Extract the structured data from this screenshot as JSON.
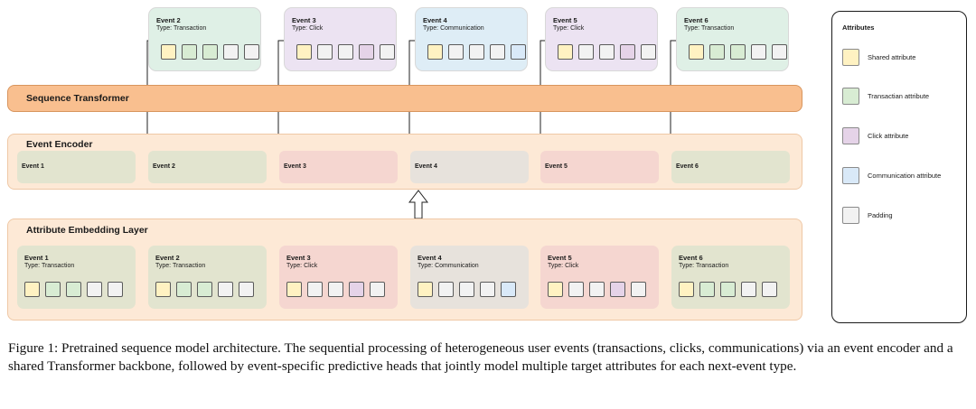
{
  "colors": {
    "shared": "#fff2c2",
    "transaction": "#d8ecd3",
    "click": "#e5d3e8",
    "communication": "#d9e9f8",
    "padding": "#f2f2f2",
    "card_transaction": "#dff0e6",
    "card_click": "#ece3f2",
    "card_communication": "#deedf6",
    "enc_transaction": "#e2e4cf",
    "enc_click": "#f5d6d0",
    "enc_communication": "#e7e2dc"
  },
  "output_events": [
    {
      "title": "Event 2",
      "type": "Type: Transaction",
      "kind": "transaction",
      "squares": [
        "shared",
        "transaction",
        "transaction",
        "padding",
        "padding"
      ]
    },
    {
      "title": "Event 3",
      "type": "Type: Click",
      "kind": "click",
      "squares": [
        "shared",
        "padding",
        "padding",
        "click",
        "padding"
      ]
    },
    {
      "title": "Event 4",
      "type": "Type: Communication",
      "kind": "communication",
      "squares": [
        "shared",
        "padding",
        "padding",
        "padding",
        "communication"
      ]
    },
    {
      "title": "Event 5",
      "type": "Type: Click",
      "kind": "click",
      "squares": [
        "shared",
        "padding",
        "padding",
        "click",
        "padding"
      ]
    },
    {
      "title": "Event 6",
      "type": "Type: Transaction",
      "kind": "transaction",
      "squares": [
        "shared",
        "transaction",
        "transaction",
        "padding",
        "padding"
      ]
    }
  ],
  "sequence_transformer": {
    "label": "Sequence Transformer"
  },
  "event_encoder": {
    "label": "Event Encoder",
    "events": [
      {
        "label": "Event 1",
        "kind": "transaction"
      },
      {
        "label": "Event 2",
        "kind": "transaction"
      },
      {
        "label": "Event 3",
        "kind": "click"
      },
      {
        "label": "Event 4",
        "kind": "communication"
      },
      {
        "label": "Event 5",
        "kind": "click"
      },
      {
        "label": "Event 6",
        "kind": "transaction"
      }
    ]
  },
  "embedding_layer": {
    "label": "Attribute Embedding Layer",
    "events": [
      {
        "title": "Event 1",
        "type": "Type: Transaction",
        "kind": "transaction",
        "squares": [
          "shared",
          "transaction",
          "transaction",
          "padding",
          "padding"
        ]
      },
      {
        "title": "Event 2",
        "type": "Type: Transaction",
        "kind": "transaction",
        "squares": [
          "shared",
          "transaction",
          "transaction",
          "padding",
          "padding"
        ]
      },
      {
        "title": "Event 3",
        "type": "Type: Click",
        "kind": "click",
        "squares": [
          "shared",
          "padding",
          "padding",
          "click",
          "padding"
        ]
      },
      {
        "title": "Event 4",
        "type": "Type: Communication",
        "kind": "communication",
        "squares": [
          "shared",
          "padding",
          "padding",
          "padding",
          "communication"
        ]
      },
      {
        "title": "Event 5",
        "type": "Type: Click",
        "kind": "click",
        "squares": [
          "shared",
          "padding",
          "padding",
          "click",
          "padding"
        ]
      },
      {
        "title": "Event 6",
        "type": "Type: Transaction",
        "kind": "transaction",
        "squares": [
          "shared",
          "transaction",
          "transaction",
          "padding",
          "padding"
        ]
      }
    ]
  },
  "legend": {
    "title": "Attributes",
    "items": [
      {
        "label": "Shared attribute",
        "kind": "shared"
      },
      {
        "label": "Transactian attribute",
        "kind": "transaction"
      },
      {
        "label": "Click attribute",
        "kind": "click"
      },
      {
        "label": "Communication attribute",
        "kind": "communication"
      },
      {
        "label": "Padding",
        "kind": "padding"
      }
    ]
  },
  "caption": "Figure 1: Pretrained sequence model architecture. The sequential processing of heterogeneous user events (transactions, clicks, communications) via an event encoder and a shared Transformer backbone, followed by event-specific predictive heads that jointly model multiple target attributes for each next-event type."
}
